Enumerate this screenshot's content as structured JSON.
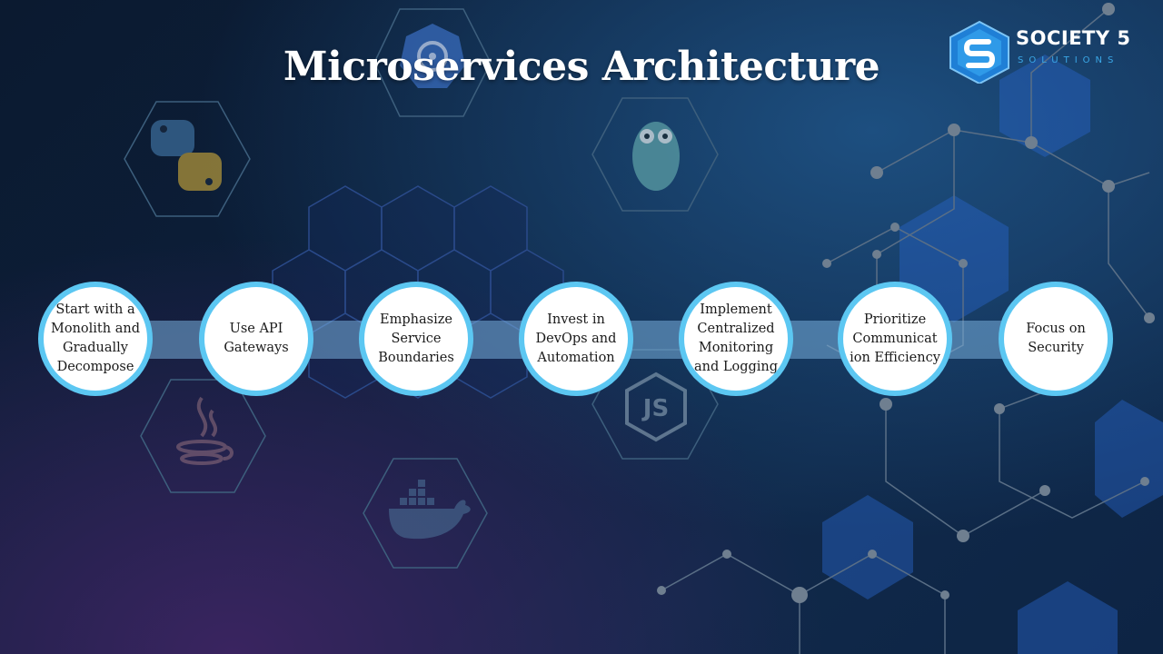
{
  "title": "Microservices Architecture",
  "logo": {
    "brand": "SOCIETY 5",
    "sub": "SOLUTIONS",
    "icon": "society5-s-hexagon-icon"
  },
  "background_icons": [
    "kubernetes-icon",
    "python-icon",
    "go-gopher-icon",
    "java-icon",
    "nodejs-icon",
    "docker-icon"
  ],
  "steps": [
    {
      "label": "Start with a Monolith and Gradually Decompose"
    },
    {
      "label": "Use API Gateways"
    },
    {
      "label": "Emphasize Service Boundaries"
    },
    {
      "label": "Invest in DevOps and Automation"
    },
    {
      "label": "Implement Centralized Monitoring and Logging"
    },
    {
      "label": "Prioritize Communicat ion Efficiency"
    },
    {
      "label": "Focus on Security"
    }
  ],
  "colors": {
    "ring": "#5cc7f2",
    "bar": "#78afdc",
    "accent": "#3aa7e6"
  }
}
